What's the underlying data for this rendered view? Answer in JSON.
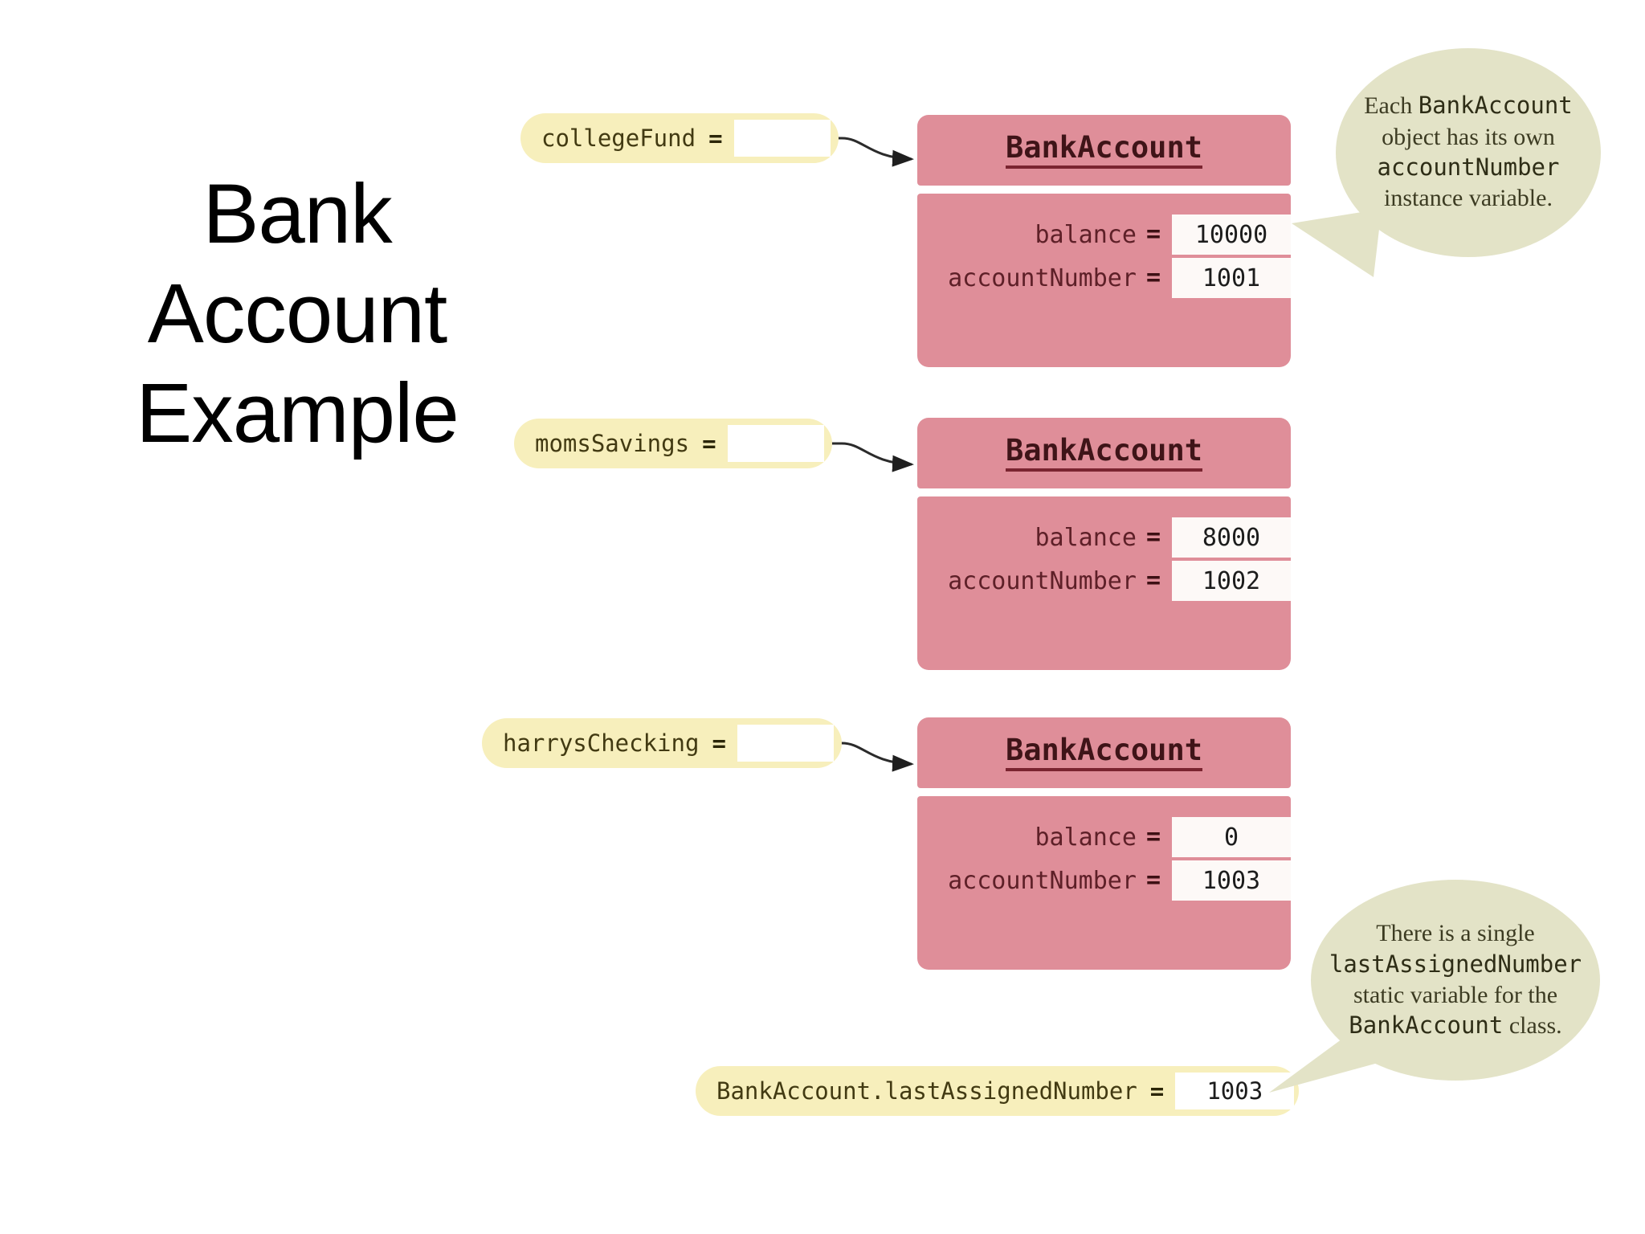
{
  "slide": {
    "title_lines": [
      "Bank",
      "Account",
      "Example"
    ],
    "background_color": "#ffffff"
  },
  "colors": {
    "object_box": "#df8e99",
    "object_title_text": "#3f1418",
    "field_label_text": "#5e2028",
    "value_box": "#fdf9f7",
    "variable_pill": "#f7efbc",
    "variable_text": "#423a12",
    "callout_bubble": "#e3e3c7",
    "callout_text": "#3c3b22",
    "connector_line": "#3b3b3b"
  },
  "objects": [
    {
      "class_name": "BankAccount",
      "fields": [
        {
          "label": "balance",
          "operator": "=",
          "value": "10000"
        },
        {
          "label": "accountNumber",
          "operator": "=",
          "value": "1001"
        }
      ]
    },
    {
      "class_name": "BankAccount",
      "fields": [
        {
          "label": "balance",
          "operator": "=",
          "value": "8000"
        },
        {
          "label": "accountNumber",
          "operator": "=",
          "value": "1002"
        }
      ]
    },
    {
      "class_name": "BankAccount",
      "fields": [
        {
          "label": "balance",
          "operator": "=",
          "value": "0"
        },
        {
          "label": "accountNumber",
          "operator": "=",
          "value": "1003"
        }
      ]
    }
  ],
  "variables": [
    {
      "name": "collegeFund",
      "operator": "=",
      "kind": "reference"
    },
    {
      "name": "momsSavings",
      "operator": "=",
      "kind": "reference"
    },
    {
      "name": "harrysChecking",
      "operator": "=",
      "kind": "reference"
    }
  ],
  "static_variable": {
    "name": "BankAccount.lastAssignedNumber",
    "operator": "=",
    "value": "1003"
  },
  "callouts": [
    {
      "id": "instance-variable-note",
      "parts": [
        {
          "text": "Each ",
          "style": "serif"
        },
        {
          "text": "BankAccount",
          "style": "code"
        },
        {
          "text": " object has its own ",
          "style": "serif"
        },
        {
          "text": "accountNumber",
          "style": "code"
        },
        {
          "text": " instance variable.",
          "style": "serif"
        }
      ]
    },
    {
      "id": "static-variable-note",
      "parts": [
        {
          "text": "There is a single ",
          "style": "serif"
        },
        {
          "text": "lastAssignedNumber",
          "style": "code"
        },
        {
          "text": " static variable for the ",
          "style": "serif"
        },
        {
          "text": "BankAccount",
          "style": "code"
        },
        {
          "text": " class.",
          "style": "serif"
        }
      ]
    }
  ]
}
